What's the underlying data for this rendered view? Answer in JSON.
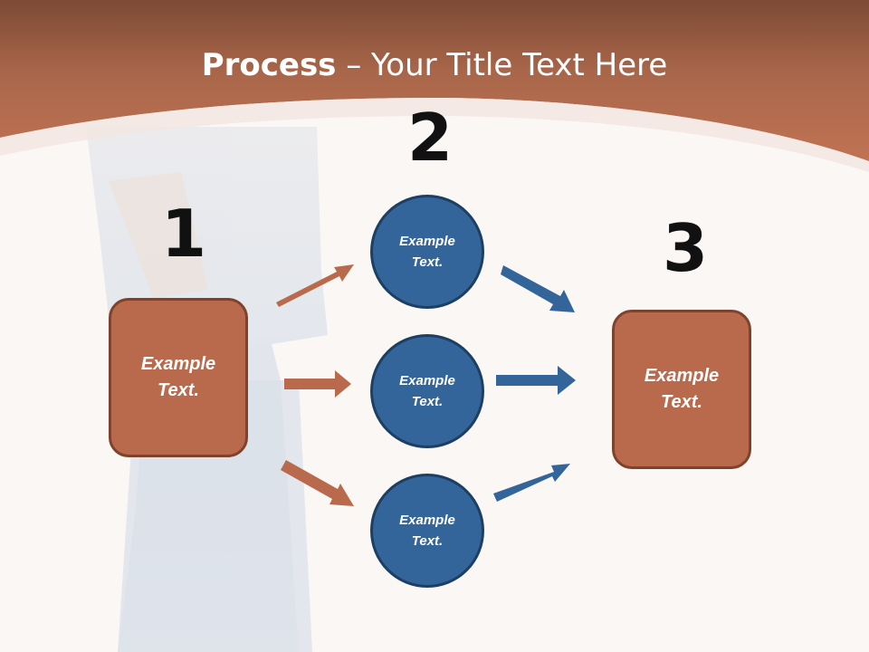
{
  "title": {
    "bold": "Process",
    "rest": " – Your Title Text Here"
  },
  "steps": [
    {
      "number": "1",
      "text_line1": "Example",
      "text_line2": "Text."
    },
    {
      "number": "2"
    },
    {
      "number": "3",
      "text_line1": "Example",
      "text_line2": "Text."
    }
  ],
  "circles": [
    {
      "text_line1": "Example",
      "text_line2": "Text."
    },
    {
      "text_line1": "Example",
      "text_line2": "Text."
    },
    {
      "text_line1": "Example",
      "text_line2": "Text."
    }
  ],
  "colors": {
    "header": "#b96a4c",
    "box_fill": "#b96a4c",
    "circle_fill": "#33659a",
    "arrow_orange": "#b96a4c",
    "arrow_blue": "#33659a"
  }
}
